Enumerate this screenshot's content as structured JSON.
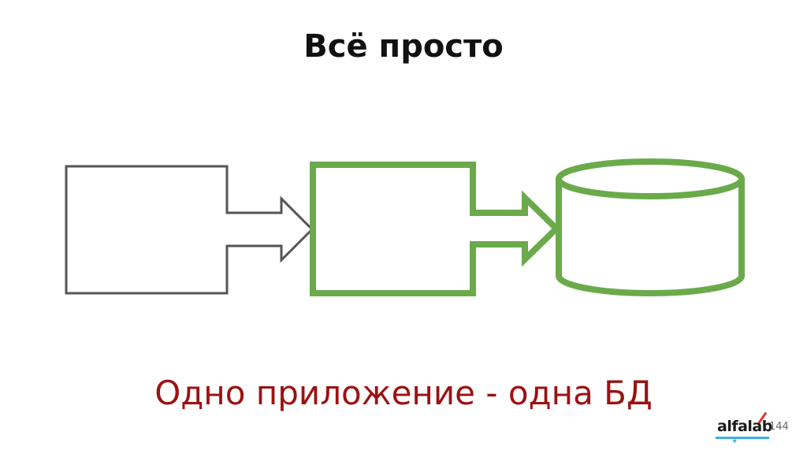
{
  "slide": {
    "title": "Всё просто",
    "subtitle": "Одно приложение - одна БД",
    "page_number": "144"
  },
  "logo": {
    "text": "alfalab"
  },
  "colors": {
    "title": "#111111",
    "subtitle": "#9b1212",
    "client_outline": "#555555",
    "app_outline": "#6aaa4b",
    "db_outline": "#6aaa4b",
    "logo_accent_blue": "#3ab0e6",
    "logo_accent_red": "#e8322b"
  }
}
